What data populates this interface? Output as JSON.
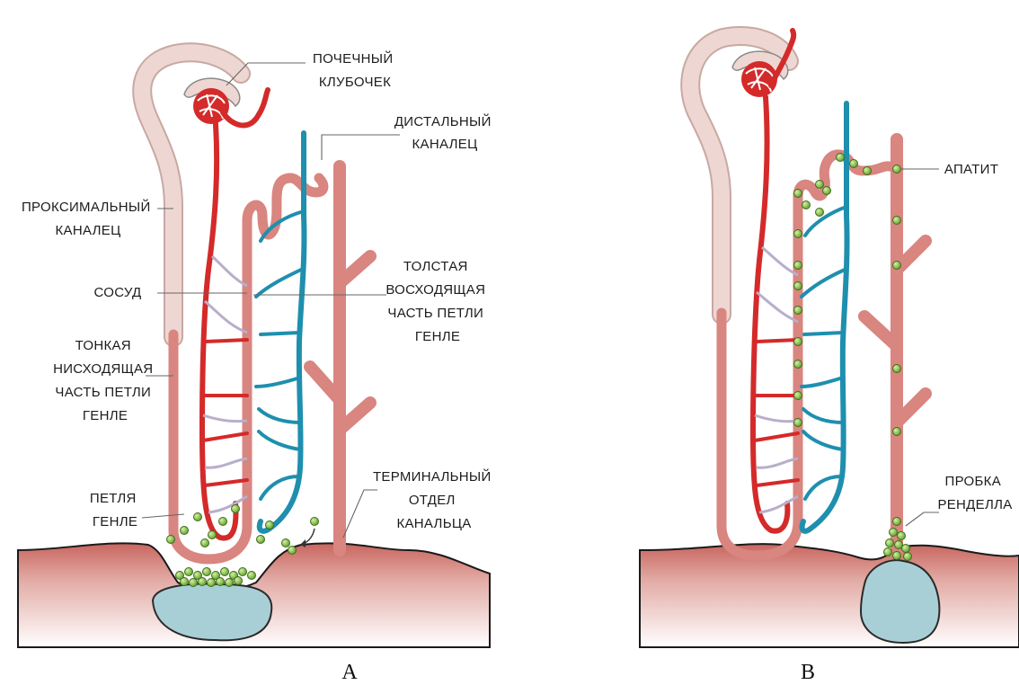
{
  "panel_a": {
    "caption": "A",
    "labels": {
      "glomerulus": [
        "ПОЧЕЧНЫЙ",
        "КЛУБОЧЕК"
      ],
      "distal": [
        "ДИСТАЛЬНЫЙ",
        "КАНАЛЕЦ"
      ],
      "proximal": [
        "ПРОКСИМАЛЬНЫЙ",
        "КАНАЛЕЦ"
      ],
      "vessel": [
        "СОСУД"
      ],
      "thick_ascending": [
        "ТОЛСТАЯ",
        "ВОСХОДЯЩАЯ",
        "ЧАСТЬ ПЕТЛИ",
        "ГЕНЛЕ"
      ],
      "thin_descending": [
        "ТОНКАЯ",
        "НИСХОДЯЩАЯ",
        "ЧАСТЬ ПЕТЛИ",
        "ГЕНЛЕ"
      ],
      "loop": [
        "ПЕТЛЯ",
        "ГЕНЛЕ"
      ],
      "terminal": [
        "ТЕРМИНАЛЬНЫЙ",
        "ОТДЕЛ",
        "КАНАЛЬЦА"
      ]
    }
  },
  "panel_b": {
    "caption": "B",
    "labels": {
      "apatite": [
        "АПАТИТ"
      ],
      "plug": [
        "ПРОБКА",
        "РЕНДЕЛЛА"
      ]
    }
  },
  "colors": {
    "artery": "#d42a2a",
    "vein": "#1f8fae",
    "tubule": "#d98580",
    "proximal": "#eed7d2",
    "tissue": "#d98f88",
    "stone": "#a9cfd6",
    "crystal": "#7bbf3a"
  }
}
